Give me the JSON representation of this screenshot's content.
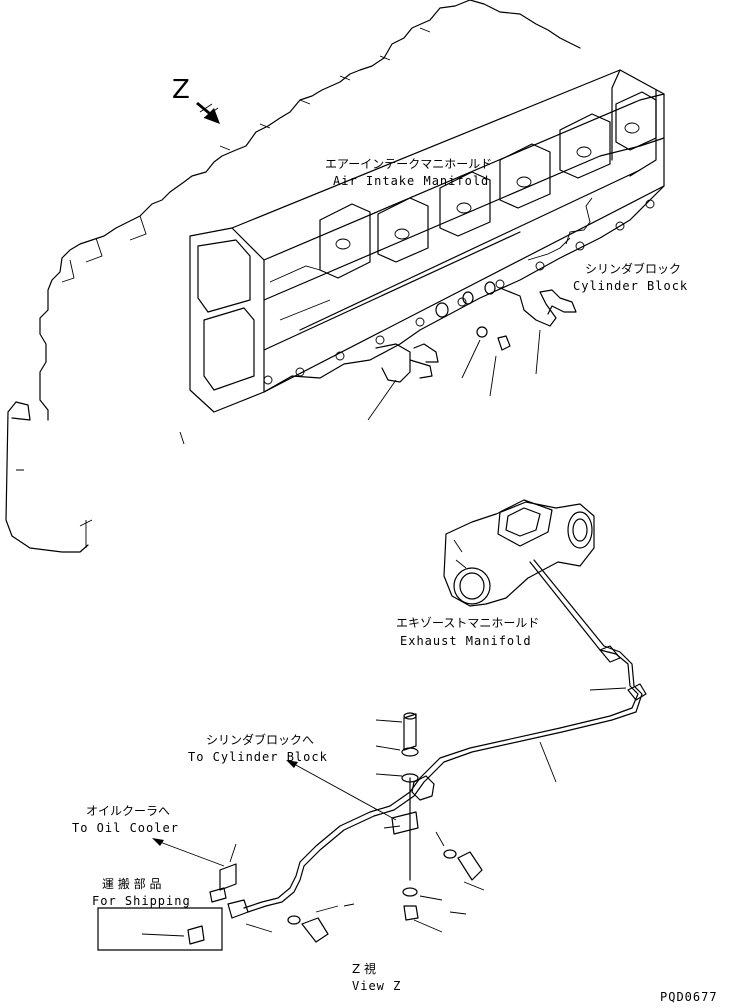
{
  "view_marker": "Z",
  "labels": {
    "air_intake_jp": "エアーインテークマニホールド",
    "air_intake_en": "Air Intake Manifold",
    "cylinder_block_jp": "シリンダブロック",
    "cylinder_block_en": "Cylinder Block",
    "exhaust_jp": "エキゾーストマニホールド",
    "exhaust_en": "Exhaust Manifold",
    "to_cylinder_jp": "シリンダブロックへ",
    "to_cylinder_en": "To Cylinder Block",
    "to_oil_cooler_jp": "オイルクーラへ",
    "to_oil_cooler_en": "To Oil Cooler",
    "for_shipping_jp": "運 搬 部 品",
    "for_shipping_en": "For Shipping",
    "view_jp": "Z  視",
    "view_en": "View Z"
  },
  "drawing_code": "PQD0677"
}
